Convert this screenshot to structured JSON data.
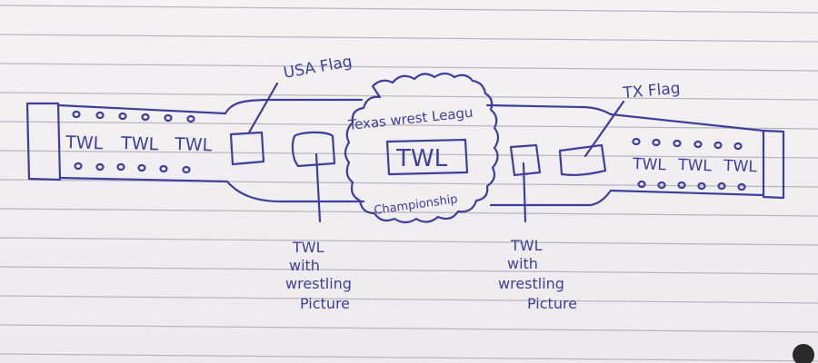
{
  "diagram": {
    "labels": {
      "left_belt_text": [
        "TWL",
        "TWL",
        "TWL"
      ],
      "right_belt_text": [
        "TWL",
        "TWL",
        "TWL"
      ],
      "usa_flag": "USA Flag",
      "tx_flag": "TX Flag",
      "plate_top": "Texas wrest Leagu",
      "plate_center": "TWL",
      "plate_bottom": "Championship",
      "left_picture_note": [
        "TWL",
        "with",
        "wrestling",
        "Picture"
      ],
      "right_picture_note": [
        "TWL",
        "with",
        "wrestling",
        "Picture"
      ]
    },
    "colors": {
      "ink": "#3d3f9a",
      "paper": "#f1eff0",
      "rule_line": "#b9b6bd",
      "margin_hole": "#2a2a2a"
    }
  }
}
